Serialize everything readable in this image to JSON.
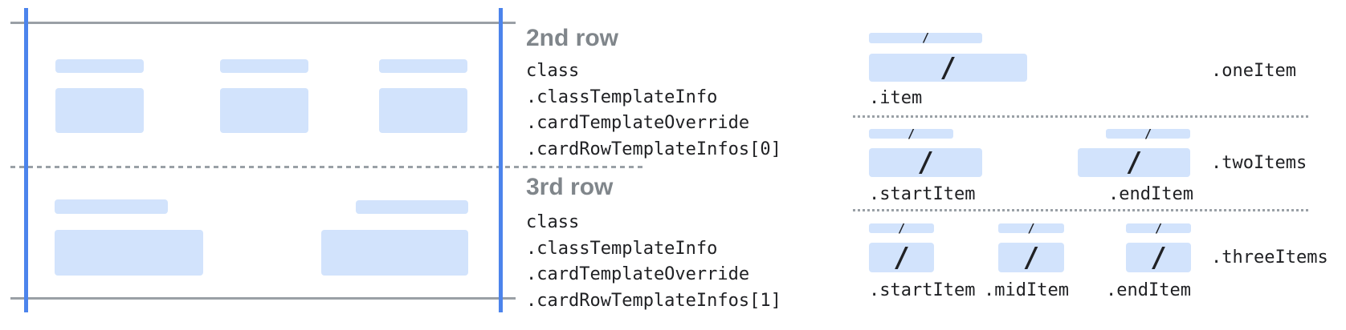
{
  "colors": {
    "accent_blue": "#4c84ec",
    "bar_blue": "#d2e3fc",
    "line_gray": "#9aa0a6",
    "heading_gray": "#80868b",
    "code_text": "#202124"
  },
  "slash_glyph": "/",
  "annotations": {
    "row2": {
      "title": "2nd row",
      "lines": [
        "class",
        ".classTemplateInfo",
        ".cardTemplateOverride",
        ".cardRowTemplateInfos[0]"
      ]
    },
    "row3": {
      "title": "3rd row",
      "lines": [
        "class",
        ".classTemplateInfo",
        ".cardTemplateOverride",
        ".cardRowTemplateInfos[1]"
      ]
    }
  },
  "templates": {
    "one_item": {
      "variant_label": ".oneItem",
      "item_labels": [
        ".item"
      ]
    },
    "two_items": {
      "variant_label": ".twoItems",
      "item_labels": [
        ".startItem",
        ".endItem"
      ]
    },
    "three_items": {
      "variant_label": ".threeItems",
      "item_labels": [
        ".startItem",
        ".midItem",
        ".endItem"
      ]
    }
  }
}
